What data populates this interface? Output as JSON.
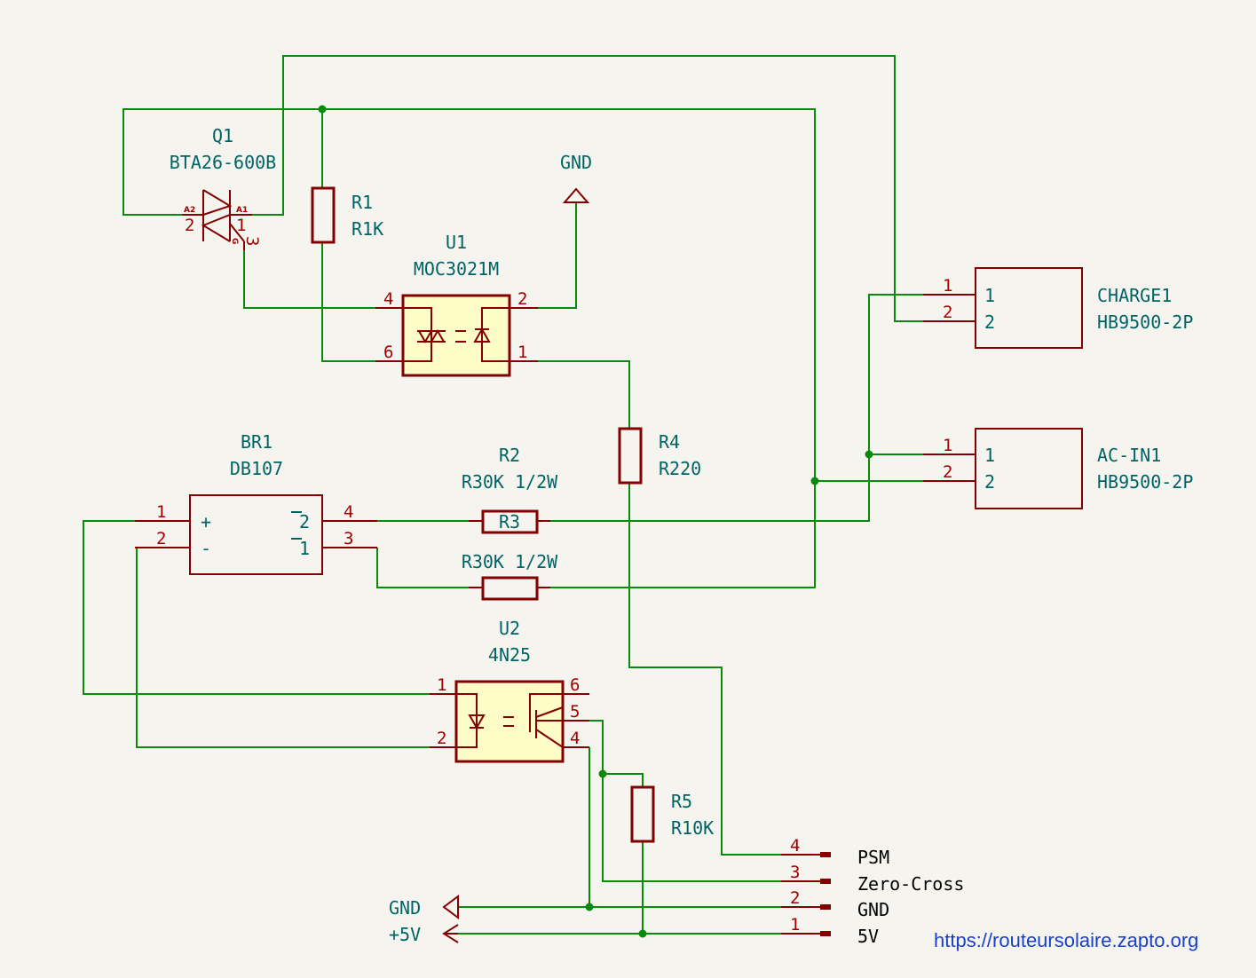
{
  "q1": {
    "ref": "Q1",
    "value": "BTA26-600B",
    "pin_a2": "2",
    "pin_a1": "1",
    "pin_g": "3",
    "lab_a2": "A2",
    "lab_a1": "A1",
    "lab_g": "G"
  },
  "r1": {
    "ref": "R1",
    "value": "R1K"
  },
  "gnd_top": {
    "label": "GND"
  },
  "u1": {
    "ref": "U1",
    "value": "MOC3021M",
    "pins": [
      "4",
      "6",
      "2",
      "1"
    ]
  },
  "charge1": {
    "ref": "CHARGE1",
    "value": "HB9500-2P",
    "pins": [
      "1",
      "2"
    ],
    "inner": [
      "1",
      "2"
    ]
  },
  "acin1": {
    "ref": "AC-IN1",
    "value": "HB9500-2P",
    "pins": [
      "1",
      "2"
    ],
    "inner": [
      "1",
      "2"
    ]
  },
  "br1": {
    "ref": "BR1",
    "value": "DB107",
    "pins": [
      "1",
      "2",
      "4",
      "3"
    ],
    "plus": "+",
    "minus": "-",
    "ac2": "2",
    "ac1": "1"
  },
  "r2": {
    "ref": "R2",
    "value": "R30K 1/2W"
  },
  "r3": {
    "ref": "R3",
    "value": "R30K 1/2W"
  },
  "r4": {
    "ref": "R4",
    "value": "R220"
  },
  "u2": {
    "ref": "U2",
    "value": "4N25",
    "pins": [
      "1",
      "2",
      "6",
      "5",
      "4"
    ]
  },
  "r5": {
    "ref": "R5",
    "value": "R10K"
  },
  "conn": {
    "pins": [
      "4",
      "3",
      "2",
      "1"
    ],
    "labels": [
      "PSM",
      "Zero-Cross",
      "GND",
      "5V"
    ]
  },
  "power": {
    "gnd": "GND",
    "vcc": "+5V"
  },
  "url": "https://routeursolaire.zapto.org",
  "colors": {
    "wire": "#0a8a0a",
    "symbol": "#840000",
    "fill": "#fffdc7",
    "text": "#006464",
    "background": "#f5f4ef",
    "link": "#1a3fcc"
  }
}
